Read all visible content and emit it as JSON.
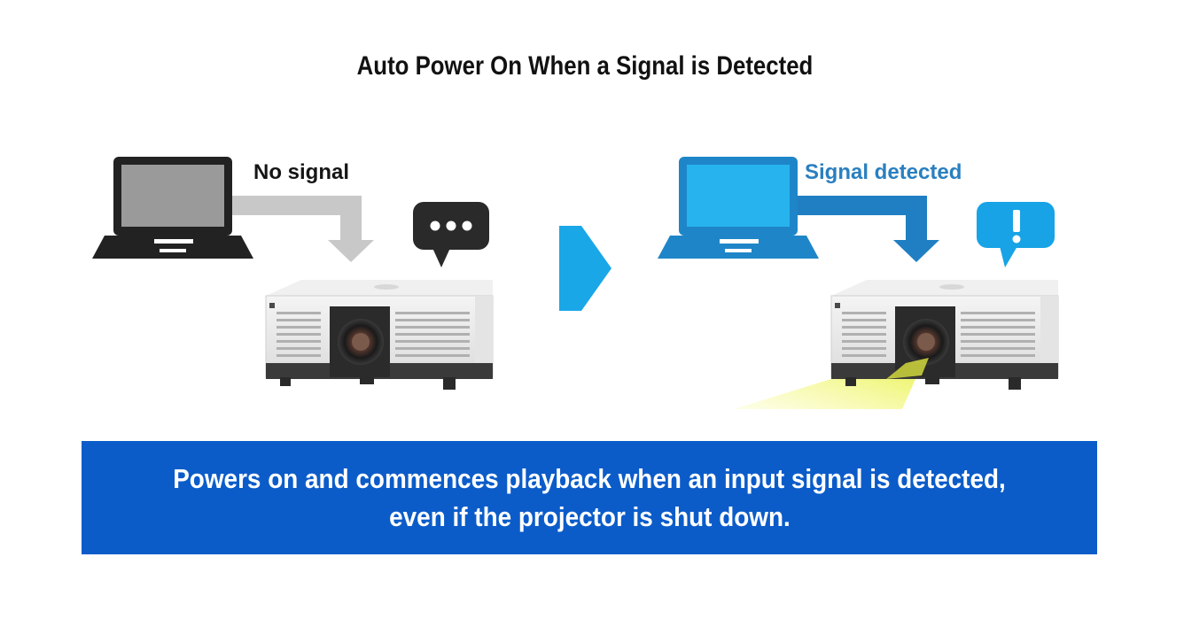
{
  "title": "Auto Power On When a Signal is Detected",
  "left_panel": {
    "status_label": "No signal",
    "bubble_icon": "ellipsis-speech-bubble-icon",
    "laptop_color": "#222222",
    "arrow_color": "#c8c8c8"
  },
  "right_panel": {
    "status_label": "Signal detected",
    "bubble_icon": "exclamation-speech-bubble-icon",
    "laptop_color": "#1f8fd1",
    "arrow_color": "#1f7fc2",
    "projector_beam": "on"
  },
  "transition_arrow": {
    "icon": "play-arrow-icon",
    "color": "#1aa7e8"
  },
  "banner": {
    "line1": "Powers on and commences playback when an input signal is detected,",
    "line2": "even if the projector is shut down.",
    "color": "#0b5cc9"
  }
}
